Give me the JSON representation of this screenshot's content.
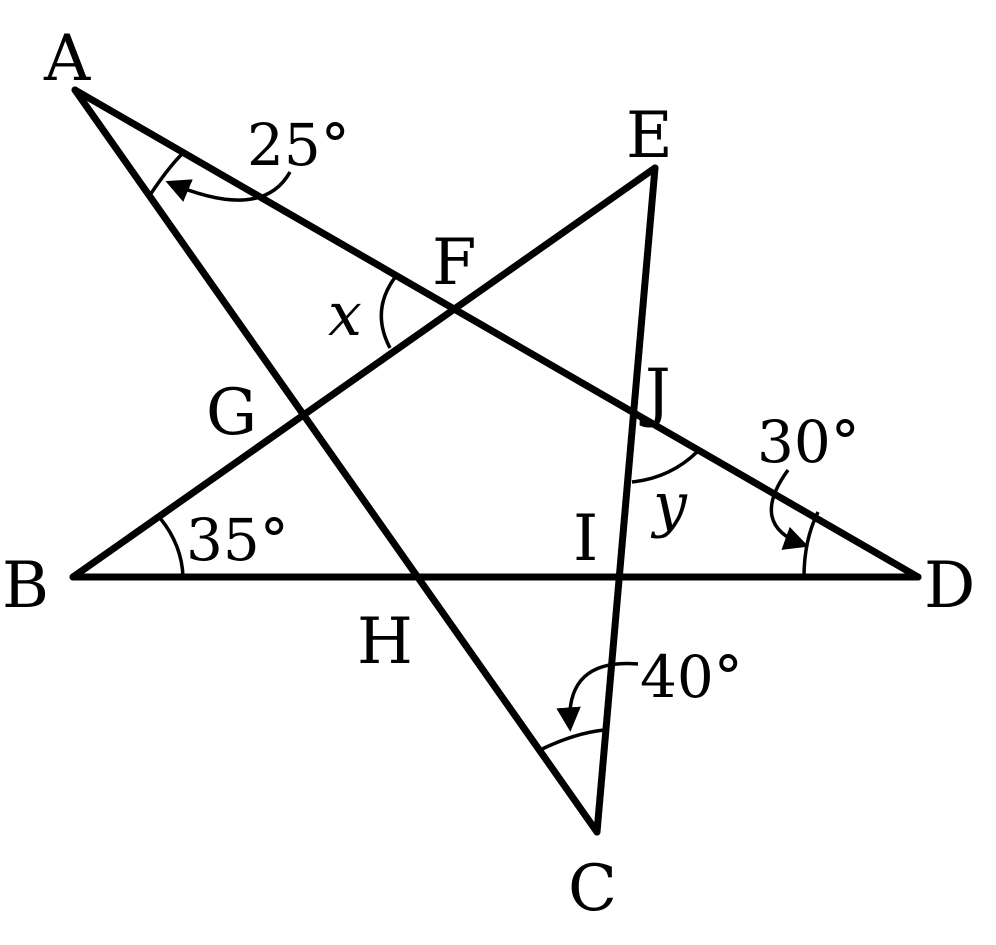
{
  "points": {
    "A": "A",
    "B": "B",
    "C": "C",
    "D": "D",
    "E": "E",
    "F": "F",
    "G": "G",
    "H": "H",
    "I": "I",
    "J": "J"
  },
  "angles": {
    "A": "25°",
    "B": "35°",
    "C": "40°",
    "D": "30°",
    "F": "x",
    "J": "y"
  },
  "colors": {
    "ink": "#000000",
    "background": "#ffffff"
  }
}
